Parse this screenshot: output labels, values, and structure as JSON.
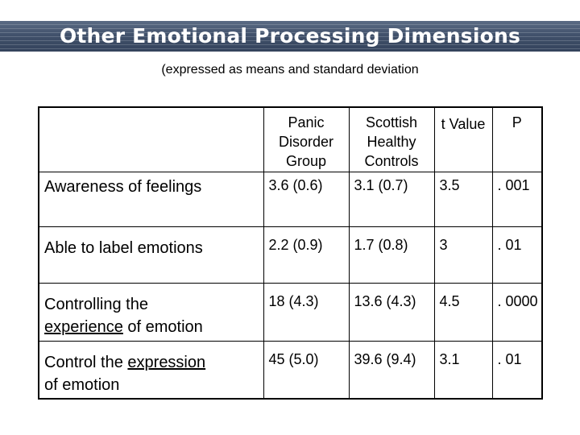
{
  "title": "Other Emotional Processing Dimensions",
  "subtitle": "(expressed as means and standard deviation",
  "table": {
    "headers": [
      "",
      "Panic Disorder Group",
      "Scottish Healthy Controls",
      "t Value",
      "P"
    ],
    "rows": [
      {
        "label": "Awareness of feelings",
        "panic": "3.6 (0.6)",
        "controls": "3.1 (0.7)",
        "t": "3.5",
        "p": ". 001"
      },
      {
        "label": "Able to label emotions",
        "panic": "2.2 (0.9)",
        "controls": "1.7 (0.8)",
        "t": "3",
        "p": ". 01"
      },
      {
        "label_part1": "Controlling the",
        "label_part2": "experience",
        "label_part3": "of emotion",
        "panic": "18 (4.3)",
        "controls": "13.6 (4.3)",
        "t": "4.5",
        "p": ". 0000"
      },
      {
        "label_part1": "Control the",
        "label_part2": "expression",
        "label_part3": "of emotion",
        "panic": "45 (5.0)",
        "controls": "39.6 (9.4)",
        "t": "3.1",
        "p": ". 01"
      }
    ]
  }
}
